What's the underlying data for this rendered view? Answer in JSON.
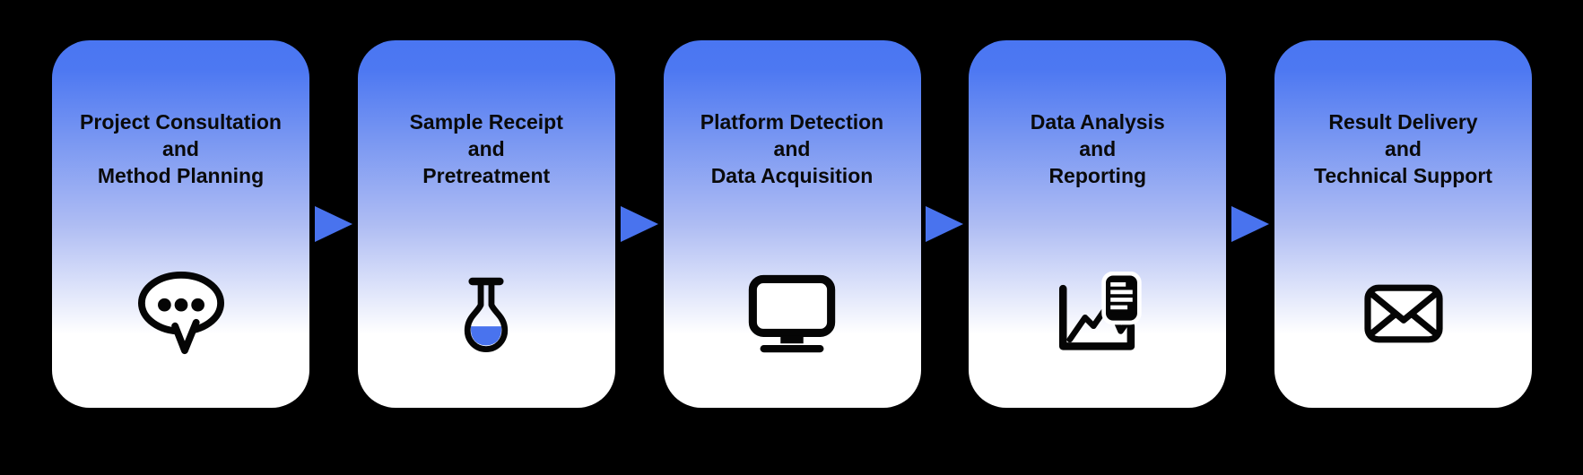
{
  "diagram": {
    "background_color": "#000000",
    "accent_color": "#4973EE",
    "card_gradient_top": "#4A76F2",
    "card_gradient_bottom": "#FFFFFF",
    "text_color": "#0A0A0A",
    "arrow": {
      "direction": "right",
      "color": "#4973EE",
      "count": 4
    },
    "steps": [
      {
        "lines": [
          "Project Consultation",
          "and",
          "Method Planning"
        ],
        "icon": "speech-bubble-icon"
      },
      {
        "lines": [
          "Sample Receipt",
          "and",
          "Pretreatment"
        ],
        "icon": "flask-icon"
      },
      {
        "lines": [
          "Platform Detection",
          "and",
          "Data Acquisition"
        ],
        "icon": "monitor-icon"
      },
      {
        "lines": [
          "Data Analysis",
          "and",
          "Reporting"
        ],
        "icon": "chart-report-icon"
      },
      {
        "lines": [
          "Result Delivery",
          "and",
          "Technical Support"
        ],
        "icon": "envelope-icon"
      }
    ]
  }
}
